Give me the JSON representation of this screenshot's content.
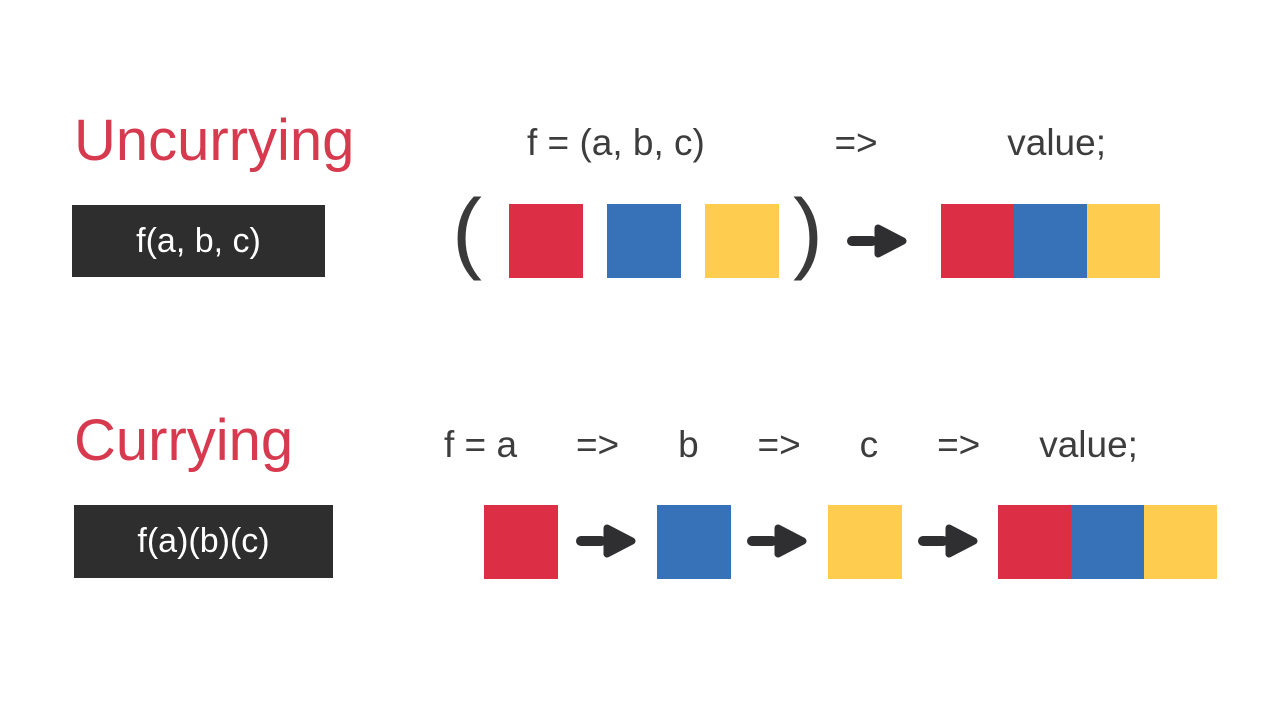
{
  "colors": {
    "background": "#ffffff",
    "title": "#d73a4e",
    "text": "#3d3d3d",
    "paren": "#3a3a3a",
    "code_text": "#ffffff",
    "dark": "#2e2e2e",
    "arrow": "#2f2f32",
    "red": "#dc2f45",
    "blue": "#3772b8",
    "yellow": "#fecc4f"
  },
  "sections": [
    {
      "title": "Uncurrying",
      "code": "f(a, b, c)",
      "formula": {
        "tokens": [
          "f = (a, b, c)",
          "=>",
          "value;"
        ]
      },
      "diagram": {
        "open_paren": "(",
        "close_paren": ")",
        "arg_squares": [
          "red",
          "blue",
          "yellow"
        ],
        "result_squares": [
          "red",
          "blue",
          "yellow"
        ]
      }
    },
    {
      "title": "Currying",
      "code": "f(a)(b)(c)",
      "formula": {
        "tokens": [
          "f = a",
          "=>",
          "b",
          "=>",
          "c",
          "=>",
          "value;"
        ]
      },
      "diagram": {
        "arg_squares": [
          "red",
          "blue",
          "yellow"
        ],
        "result_squares": [
          "red",
          "blue",
          "yellow"
        ]
      }
    }
  ]
}
